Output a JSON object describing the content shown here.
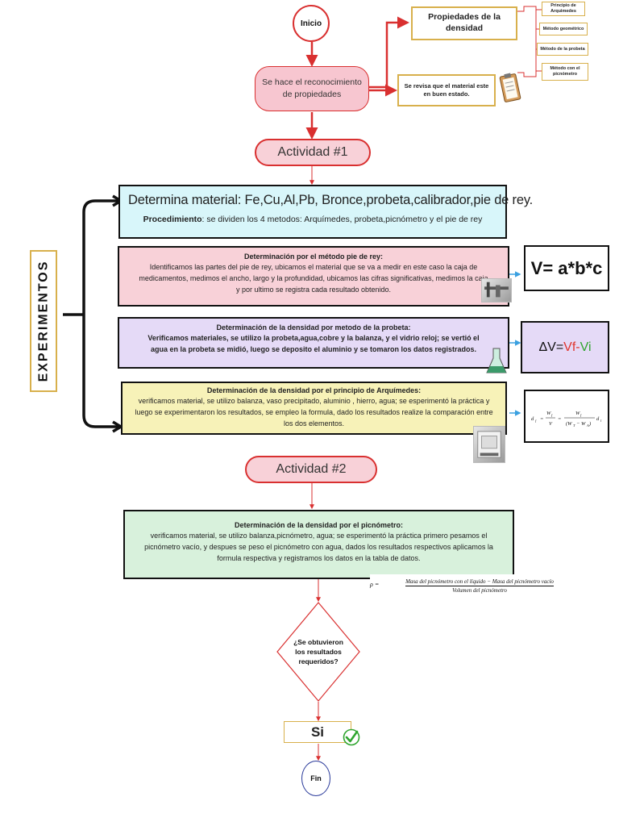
{
  "nodes": {
    "inicio": "Inicio",
    "reconocimiento": "Se hace el reconocimiento de propiedades",
    "propiedades": "Propiedades de la densidad",
    "revisa": "Se revisa que el material este en buen estado.",
    "metodos": [
      "Principio de Arquimedes",
      "Método geométrico",
      "Método de la probeta",
      "Método con el picnómetro"
    ],
    "actividad1": "Actividad #1",
    "actividad2": "Actividad #2",
    "decision": "¿Se obtuvieron los resultados requeridos?",
    "si": "Si",
    "fin": "Fin"
  },
  "side_label": "EXPERIMENTOS",
  "determina": {
    "title": "Determina material: Fe,Cu,Al,Pb, Bronce,probeta,calibrador,pie de rey.",
    "proc_label": "Procedimiento",
    "proc_text": ": se dividen los 4 metodos: Arquímedes, probeta,picnómetro y el pie de rey"
  },
  "pie_rey": {
    "title": "Determinación por el método pie de rey:",
    "text": "Identificamos las partes del pie de rey, ubicamos el material que se va a medir en este caso la caja de medicamentos, medimos el ancho, largo y la profundidad, ubicamos las cifras significativas, medimos la caja y por ultimo se registra cada resultado obtenido.",
    "formula": "V= a*b*c"
  },
  "probeta": {
    "title": "Determinación de la densidad por metodo de la probeta:",
    "text": "Verificamos materiales, se utilizo la probeta,agua,cobre y la balanza, y el vidrio reloj; se vertió el agua en la probeta se midió, luego se deposito el aluminio y se tomaron los datos registrados.",
    "formula_prefix": "ΔV=",
    "formula_vf": "Vf",
    "formula_minus": "-",
    "formula_vi": "Vi"
  },
  "arquimedes": {
    "title": "Determinación de la densidad por el principio de Arquímedes:",
    "text": "verificamos material, se utilizo balanza, vaso precipitado, aluminio , hierro, agua; se esperimentó la práctica  y luego se experimentaron los resultados, se empleo la formula, dado los resultados realize la comparación entre los dos elementos."
  },
  "picnometro": {
    "title": "Determinación de la densidad por el picnómetro:",
    "text": "verificamos material, se utilizo balanza,picnómetro, agua; se esperimentó la práctica primero pesamos el picnómetro vacío, y  despues se peso el picnómetro con agua, dados los resultados respectivos aplicamos la formula respectiva y registramos los datos en la tabla de datos.",
    "formula_prefix": "ρ =",
    "formula_numerator": "Masa del picnómetro con el líquido − Masa del picnómetro vacío",
    "formula_denominator": "Volumen del picnómetro"
  },
  "colors": {
    "red": "#d93030",
    "pink": "#f8d1d8",
    "cyan": "#d8f6fa",
    "lavender": "#e5daf7",
    "yellow": "#f7f2b8",
    "green": "#d8f1dc",
    "blue_arrow": "#3aa0e0",
    "check": "#2fa52f"
  }
}
